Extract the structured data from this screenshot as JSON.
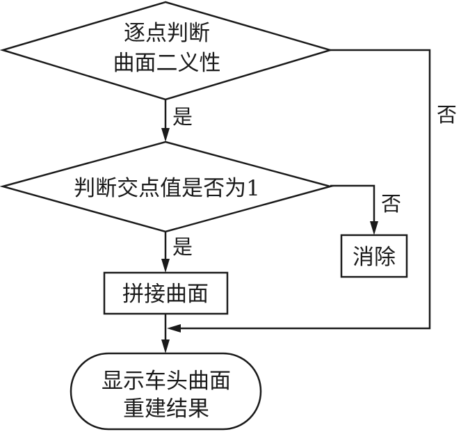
{
  "nodes": {
    "decision1": {
      "lines": [
        "逐点判断",
        "曲面二义性"
      ],
      "shape": "diamond"
    },
    "decision2": {
      "lines": [
        "判断交点值是否为1"
      ],
      "shape": "diamond"
    },
    "eliminate": {
      "lines": [
        "消除"
      ],
      "shape": "rectangle"
    },
    "stitch": {
      "lines": [
        "拼接曲面"
      ],
      "shape": "rectangle"
    },
    "result": {
      "lines": [
        "显示车头曲面",
        "重建结果"
      ],
      "shape": "terminal"
    }
  },
  "edges": {
    "d1_yes": {
      "label": "是",
      "from": "decision1",
      "to": "decision2"
    },
    "d1_no": {
      "label": "否",
      "from": "decision1",
      "to": "result"
    },
    "d2_yes": {
      "label": "是",
      "from": "decision2",
      "to": "stitch"
    },
    "d2_no": {
      "label": "否",
      "from": "decision2",
      "to": "eliminate"
    },
    "stitch_result": {
      "label": "",
      "from": "stitch",
      "to": "result"
    }
  },
  "colors": {
    "stroke": "#1a1a1a",
    "background": "#ffffff"
  }
}
